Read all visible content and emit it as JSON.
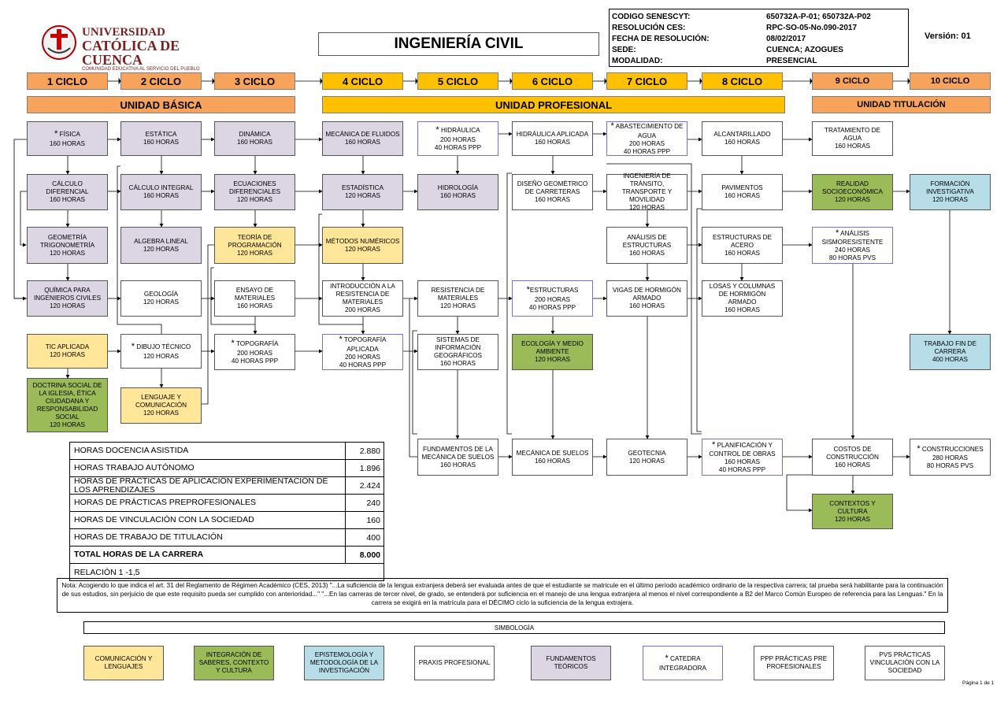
{
  "university": {
    "line1": "UNIVERSIDAD",
    "line2": "CATÓLICA DE CUENCA",
    "tagline": "COMUNIDAD EDUCATIVA AL SERVICIO DEL PUEBLO"
  },
  "title": "INGENIERÍA CIVIL",
  "version": "Versión: 01",
  "meta": [
    {
      "k": "CODIGO SENESCYT:",
      "v": "650732A-P-01; 650732A-P02"
    },
    {
      "k": "RESOLUCIÓN CES:",
      "v": "RPC-SO-05-No.090-2017"
    },
    {
      "k": "FECHA DE RESOLUCIÓN:",
      "v": "08/02/2017"
    },
    {
      "k": "SEDE:",
      "v": "CUENCA; AZOGUES"
    },
    {
      "k": "MODALIDAD:",
      "v": "PRESENCIAL"
    }
  ],
  "cycles": [
    "1 CICLO",
    "2 CICLO",
    "3 CICLO",
    "4 CICLO",
    "5 CICLO",
    "6 CICLO",
    "7 CICLO",
    "8 CICLO",
    "9 CICLO",
    "10 CICLO"
  ],
  "units": {
    "basica": "UNIDAD BÁSICA",
    "profesional": "UNIDAD PROFESIONAL",
    "titulacion": "UNIDAD TITULACIÓN"
  },
  "courses": {
    "fisica": {
      "name": "FÍSICA",
      "h1": "160 HORAS",
      "star": "*"
    },
    "calculo_dif": {
      "name": "CÁLCULO DIFERENCIAL",
      "h1": "160 HORAS"
    },
    "geometria": {
      "name": "GEOMETRÍA TRIGONOMETRÍA",
      "h1": "120 HORAS"
    },
    "quimica": {
      "name": "QUÍMICA PARA INGENIEROS CIVILES",
      "h1": "120 HORAS"
    },
    "tic": {
      "name": "TIC APLICADA",
      "h1": "120 HORAS"
    },
    "doctrina": {
      "name": "DOCTRINA SOCIAL DE LA IGLESIA, ÉTICA CIUDADANA Y RESPONSABILIDAD SOCIAL",
      "h1": "120 HORAS"
    },
    "estatica": {
      "name": "ESTÁTICA",
      "h1": "160 HORAS"
    },
    "calculo_int": {
      "name": "CÁLCULO INTEGRAL",
      "h1": "160 HORAS"
    },
    "algebra": {
      "name": "ALGEBRA LINEAL",
      "h1": "120 HORAS"
    },
    "geologia": {
      "name": "GEOLOGÍA",
      "h1": "120 HORAS"
    },
    "dibujo": {
      "name": "DIBUJO TÉCNICO",
      "h1": "120 HORAS",
      "star": "*"
    },
    "lenguaje": {
      "name": "LENGUAJE Y COMUNICACIÓN",
      "h1": "120 HORAS"
    },
    "dinamica": {
      "name": "DINÁMICA",
      "h1": "160 HORAS"
    },
    "ecuaciones": {
      "name": "ECUACIONES DIFERENCIALES",
      "h1": "120 HORAS"
    },
    "teoria_prog": {
      "name": "TEORÍA DE PROGRAMACIÓN",
      "h1": "120 HORAS"
    },
    "ensayo": {
      "name": "ENSAYO DE MATERIALES",
      "h1": "160 HORAS"
    },
    "topografia": {
      "name": "TOPOGRAFÍA",
      "h1": "200 HORAS",
      "h2": "40 HORAS PPP",
      "star": "*"
    },
    "mec_fluidos": {
      "name": "MECÁNICA DE FLUIDOS",
      "h1": "160 HORAS"
    },
    "estadistica": {
      "name": "ESTADÍSTICA",
      "h1": "120 HORAS"
    },
    "metodos": {
      "name": "MÉTODOS NUMÉRICOS",
      "h1": "120 HORAS"
    },
    "intro_resist": {
      "name": "INTRODUCCIÓN A LA RESISTENCIA DE MATERIALES",
      "h1": "200 HORAS"
    },
    "topo_aplicada": {
      "name": "TOPOGRAFÍA APLICADA",
      "h1": "200 HORAS",
      "h2": "40 HORAS PPP",
      "star": "*"
    },
    "hidraulica": {
      "name": "HIDRÁULICA",
      "h1": "200 HORAS",
      "h2": "40 HORAS PPP",
      "star": "*"
    },
    "hidrologia": {
      "name": "HIDROLOGÍA",
      "h1": "160 HORAS"
    },
    "resist_mat": {
      "name": "RESISTENCIA DE MATERIALES",
      "h1": "120 HORAS"
    },
    "sig": {
      "name": "SISTEMAS DE INFORMACIÓN GEOGRÁFICOS",
      "h1": "160 HORAS"
    },
    "fund_suelos": {
      "name": "FUNDAMENTOS DE LA MECÁNICA DE SUELOS",
      "h1": "160 HORAS"
    },
    "hidr_aplicada": {
      "name": "HIDRÁULICA APLICADA",
      "h1": "160 HORAS"
    },
    "diseno_geo": {
      "name": "DISEÑO GEOMÉTRICO DE CARRETERAS",
      "h1": "160 HORAS"
    },
    "estructuras": {
      "name": "ESTRUCTURAS",
      "h1": "200 HORAS",
      "h2": "40 HORAS PPP",
      "star": "*"
    },
    "ecologia": {
      "name": "ECOLOGÍA Y MEDIO AMBIENTE",
      "h1": "120 HORAS"
    },
    "mec_suelos": {
      "name": "MECÁNICA DE SUELOS",
      "h1": "160 HORAS"
    },
    "abastecimiento": {
      "name": "ABASTECIMIENTO DE AGUA",
      "h1": "200 HORAS",
      "h2": "40 HORAS PPP",
      "star": "*"
    },
    "transito": {
      "name": "INGENIERÍA DE TRÁNSITO, TRANSPORTE Y MOVILIDAD",
      "h1": "120 HORAS"
    },
    "analisis_est": {
      "name": "ANÁLISIS DE ESTRUCTURAS",
      "h1": "160 HORAS"
    },
    "vigas": {
      "name": "VIGAS DE HORMIGÓN ARMADO",
      "h1": "160 HORAS"
    },
    "geotecnia": {
      "name": "GEOTECNIA",
      "h1": "120 HORAS"
    },
    "alcantarillado": {
      "name": "ALCANTARILLADO",
      "h1": "160 HORAS"
    },
    "pavimentos": {
      "name": "PAVIMENTOS",
      "h1": "160 HORAS"
    },
    "acero": {
      "name": "ESTRUCTURAS DE ACERO",
      "h1": "160 HORAS"
    },
    "losas": {
      "name": "LOSAS Y COLUMNAS DE HORMIGÓN ARMADO",
      "h1": "160 HORAS"
    },
    "planificacion": {
      "name": "PLANIFICACIÓN Y CONTROL DE OBRAS",
      "h1": "160 HORAS",
      "h2": "40 HORAS PPP",
      "star": "*"
    },
    "tratamiento": {
      "name": "TRATAMIENTO DE AGUA",
      "h1": "160 HORAS"
    },
    "realidad": {
      "name": "REALIDAD SOCIOECONÓMICA",
      "h1": "120 HORAS"
    },
    "sismo": {
      "name": "ANÁLISIS SISMORESISTENTE",
      "h1": "240 HORAS",
      "h2": "80 HORAS PVS",
      "star": "*"
    },
    "costos": {
      "name": "COSTOS DE CONSTRUCCIÓN",
      "h1": "160 HORAS"
    },
    "contextos": {
      "name": "CONTEXTOS Y CULTURA",
      "h1": "120 HORAS"
    },
    "formacion": {
      "name": "FORMACIÓN INVESTIGATIVA",
      "h1": "120 HORAS"
    },
    "trabajo_fin": {
      "name": "TRABAJO FIN DE CARRERA",
      "h1": "400 HORAS"
    },
    "construcciones": {
      "name": "CONSTRUCCIONES",
      "h1": "280 HORAS",
      "h2": "80 HORAS PVS",
      "star": "*"
    }
  },
  "hours_table": [
    {
      "label": "HORAS DOCENCIA ASISTIDA",
      "value": "2.880"
    },
    {
      "label": "HORAS TRABAJO AUTÓNOMO",
      "value": "1.896"
    },
    {
      "label": "HORAS DE PRÁCTICAS DE APLICACIÓN EXPERIMENTACIÓN DE LOS APRENDIZAJES",
      "value": "2.424"
    },
    {
      "label": "HORAS DE PRÁCTICAS PREPROFESIONALES",
      "value": "240"
    },
    {
      "label": "HORAS DE VINCULACIÓN CON LA SOCIEDAD",
      "value": "160"
    },
    {
      "label": "HORAS DE TRABAJO DE TITULACIÓN",
      "value": "400"
    }
  ],
  "total": {
    "label": "TOTAL HORAS DE LA CARRERA",
    "value": "8.000"
  },
  "relacion": "RELACIÓN 1 -1,5",
  "note": "Nota: Acogiendo lo que indica el art. 31 del Reglamento de Régimen Académico (CES, 2013) \"...La suficiencia de la lengua extranjera deberá ser evaluada antes de que el estudiante se matricule en el último período académico ordinario de la respectiva carrera; tal prueba será habilitante para la continuación de sus estudios, sin perjuicio de que este requisito pueda ser cumplido con anterioridad...\" \"...En las carreras de tercer nivel, de grado, se entenderá por suficiencia en el manejo de una lengua extranjera al menos el nivel correspondiente a B2 del Marco Común Europeo de referencia para las Lenguas.\"   En la carrera se exigirá en la matrícula para el DÉCIMO ciclo la suficiencia de la lengua extrajera.",
  "legend_title": "SIMBOLOGÍA",
  "legend": [
    {
      "label": "COMUNICACIÓN Y LENGUAJES"
    },
    {
      "label": "INTEGRACIÓN DE SABERES, CONTEXTO Y CULTURA"
    },
    {
      "label": "EPISTEMOLOGÍA Y METODOLOGÍA DE LA INVESTIGACIÓN"
    },
    {
      "label": "PRAXIS PROFESIONAL"
    },
    {
      "label": "FUNDAMENTOS TEÓRICOS"
    },
    {
      "label": "CATEDRA INTEGRADORA",
      "star": "*"
    },
    {
      "label": "PPP PRÁCTICAS PRE PROFESIONALES"
    },
    {
      "label": "PVS PRÁCTICAS VINCULACIÓN CON LA SOCIEDAD"
    }
  ],
  "page": "Página 1 de 1",
  "colors": {
    "orange": "#f7a35c",
    "gold": "#ffc000",
    "lilac": "#dcd5e4",
    "yellow": "#ffe699",
    "green": "#9bbb59",
    "blue": "#b7dde8"
  }
}
